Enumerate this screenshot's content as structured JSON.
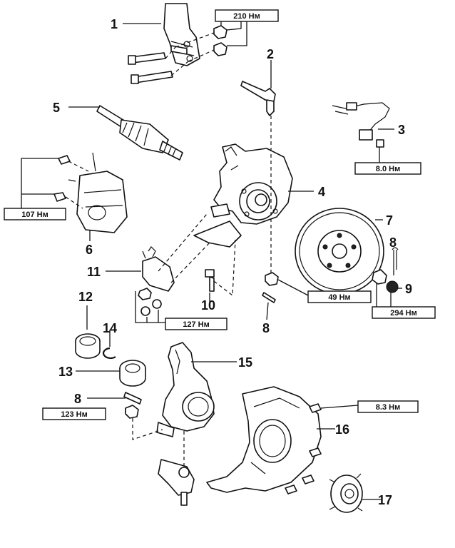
{
  "callouts": [
    "1",
    "2",
    "3",
    "4",
    "5",
    "6",
    "7",
    "8",
    "9",
    "10",
    "11",
    "12",
    "13",
    "14",
    "15",
    "16",
    "17",
    "8"
  ],
  "torques": {
    "t1": "210 Нм",
    "t2": "8.0 Нм",
    "t3": "107 Нм",
    "t4": "49 Нм",
    "t5": "294 Нм",
    "t6": "127 Нм",
    "t7": "123 Нм",
    "t8": "8.3 Нм"
  }
}
